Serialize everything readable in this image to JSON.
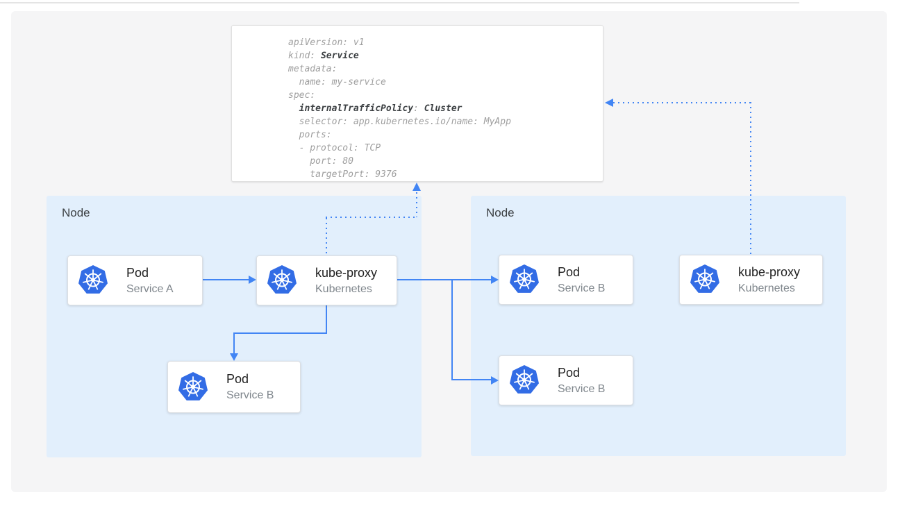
{
  "colors": {
    "kubernetes_blue": "#326ce5",
    "arrow_blue": "#4285f4",
    "node_background": "#e2effc",
    "panel_background": "#f5f5f6",
    "code_regular": "#9e9e9e",
    "code_bold": "#3c4043"
  },
  "code_panel": {
    "lines": [
      {
        "segments": [
          {
            "text": "apiVersion: v1",
            "bold": false
          }
        ]
      },
      {
        "segments": [
          {
            "text": "kind: ",
            "bold": false
          },
          {
            "text": "Service",
            "bold": true
          }
        ]
      },
      {
        "segments": [
          {
            "text": "metadata:",
            "bold": false
          }
        ]
      },
      {
        "segments": [
          {
            "text": "  name: my-service",
            "bold": false
          }
        ]
      },
      {
        "segments": [
          {
            "text": "spec:",
            "bold": false
          }
        ]
      },
      {
        "segments": [
          {
            "text": "  ",
            "bold": false
          },
          {
            "text": "internalTrafficPolicy",
            "bold": true
          },
          {
            "text": ": ",
            "bold": false
          },
          {
            "text": "Cluster",
            "bold": true
          }
        ]
      },
      {
        "segments": [
          {
            "text": "  selector: app.kubernetes.io/name: MyApp",
            "bold": false
          }
        ]
      },
      {
        "segments": [
          {
            "text": "  ports:",
            "bold": false
          }
        ]
      },
      {
        "segments": [
          {
            "text": "  - protocol: TCP",
            "bold": false
          }
        ]
      },
      {
        "segments": [
          {
            "text": "    port: 80",
            "bold": false
          }
        ]
      },
      {
        "segments": [
          {
            "text": "    targetPort: 9376",
            "bold": false
          }
        ]
      }
    ]
  },
  "nodes": [
    {
      "label": "Node"
    },
    {
      "label": "Node"
    }
  ],
  "cards": [
    {
      "key": "pod-a",
      "node": 0,
      "title": "Pod",
      "subtitle": "Service A",
      "icon": "kubernetes-logo-icon"
    },
    {
      "key": "kube-proxy-left",
      "node": 0,
      "title": "kube-proxy",
      "subtitle": "Kubernetes",
      "icon": "kubernetes-logo-icon"
    },
    {
      "key": "pod-b-left",
      "node": 0,
      "title": "Pod",
      "subtitle": "Service B",
      "icon": "kubernetes-logo-icon"
    },
    {
      "key": "pod-b-right-top",
      "node": 1,
      "title": "Pod",
      "subtitle": "Service B",
      "icon": "kubernetes-logo-icon"
    },
    {
      "key": "pod-b-right-bottom",
      "node": 1,
      "title": "Pod",
      "subtitle": "Service B",
      "icon": "kubernetes-logo-icon"
    },
    {
      "key": "kube-proxy-right",
      "node": 1,
      "title": "kube-proxy",
      "subtitle": "Kubernetes",
      "icon": "kubernetes-logo-icon"
    }
  ],
  "connections": [
    {
      "from": "pod-a",
      "to": "kube-proxy-left",
      "style": "solid"
    },
    {
      "from": "kube-proxy-left",
      "to": "pod-b-left",
      "style": "solid"
    },
    {
      "from": "kube-proxy-left",
      "to": "pod-b-right-top",
      "style": "solid"
    },
    {
      "from": "kube-proxy-left",
      "to": "pod-b-right-bottom",
      "style": "solid"
    },
    {
      "from": "kube-proxy-left",
      "to": "service-yaml",
      "style": "dotted"
    },
    {
      "from": "kube-proxy-right",
      "to": "service-yaml",
      "style": "dotted"
    }
  ]
}
